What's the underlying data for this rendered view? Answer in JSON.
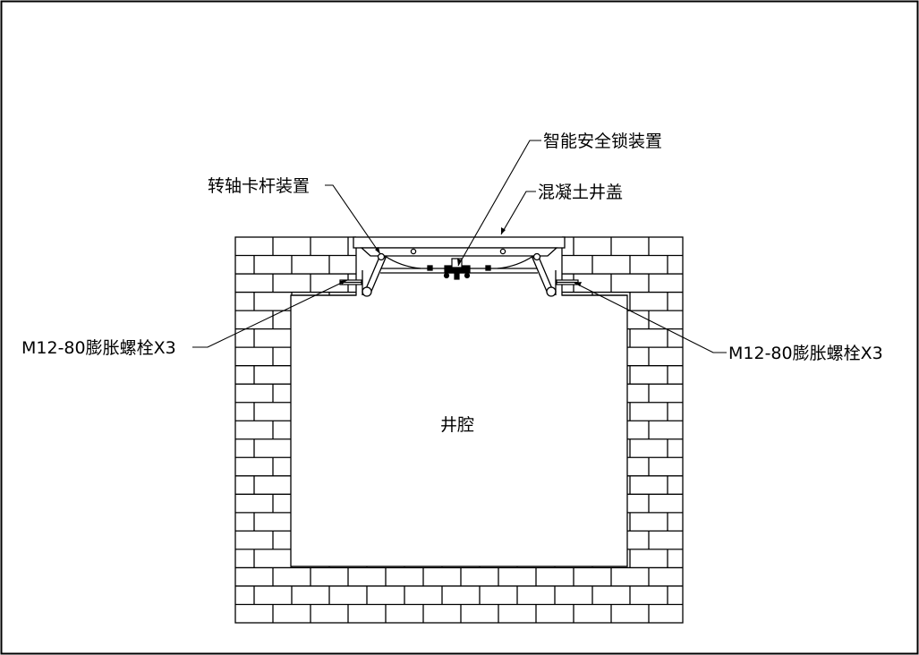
{
  "labels": {
    "lock_device": "智能安全锁装置",
    "concrete_cover": "混凝土井盖",
    "hinge_rod": "转轴卡杆装置",
    "bolt_left": "M12-80膨胀螺栓X3",
    "bolt_right": "M12-80膨胀螺栓X3",
    "cavity": "井腔"
  },
  "colors": {
    "line": "#000000",
    "background": "#ffffff"
  }
}
